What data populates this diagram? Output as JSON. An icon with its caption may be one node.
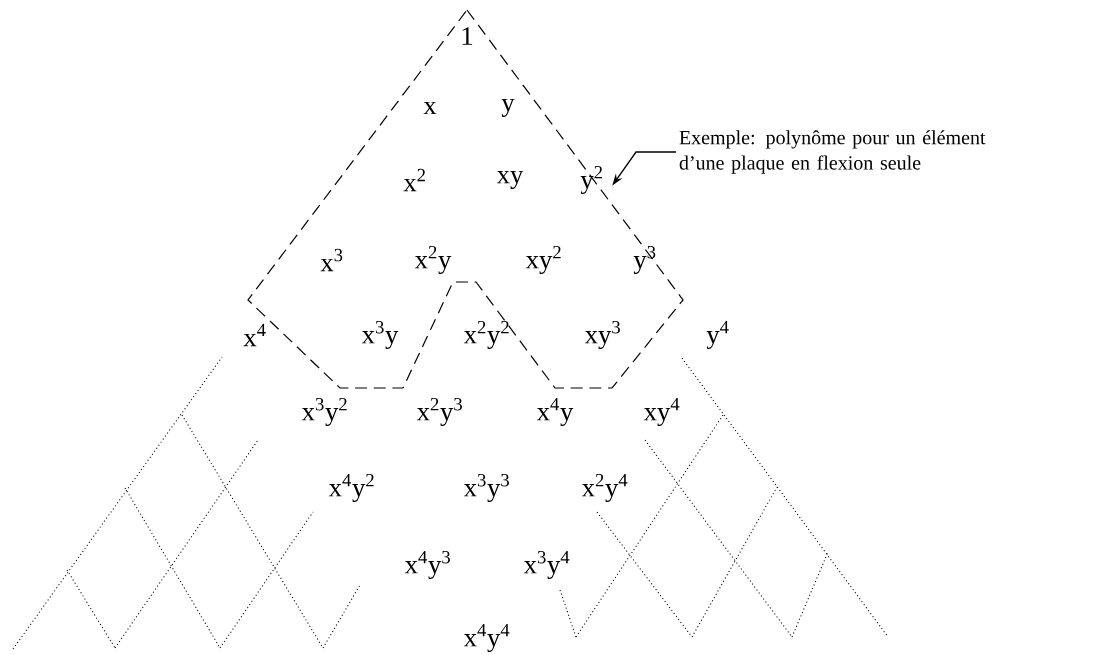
{
  "diagram": {
    "nodes": [
      {
        "text": [
          "Exemple: polynôme pour un élément d’une plaque en flexion seule"
        ]
      },
      {
        "text": [],
        "shape": "polygon"
      }
    ],
    "edges": [
      {
        "from": 0,
        "to": 1,
        "arrow": "to"
      }
    ],
    "labels": [
      "1",
      "x",
      "y",
      "x$^{2}$",
      "xy",
      "y$^{2}$",
      "x$^{3}$",
      "x$^{2}$y",
      "xy$^{2}$",
      "y$^{3}$",
      "x$^{4}$",
      "x$^{3}$y",
      "x$^{2}$y$^{2}$",
      "xy$^{3}$",
      "y$^{4}$",
      "x$^{3}$y$^{2}$",
      "x$^{2}$y$^{3}$",
      "x$^{4}$y",
      "xy$^{4}$",
      "x$^{4}$y$^{2}$",
      "x$^{3}$y$^{3}$",
      "x$^{2}$y$^{4}$",
      "x$^{4}$y$^{3}$",
      "x$^{3}$y$^{4}$",
      "x$^{4}$y$^{4}$"
    ]
  }
}
